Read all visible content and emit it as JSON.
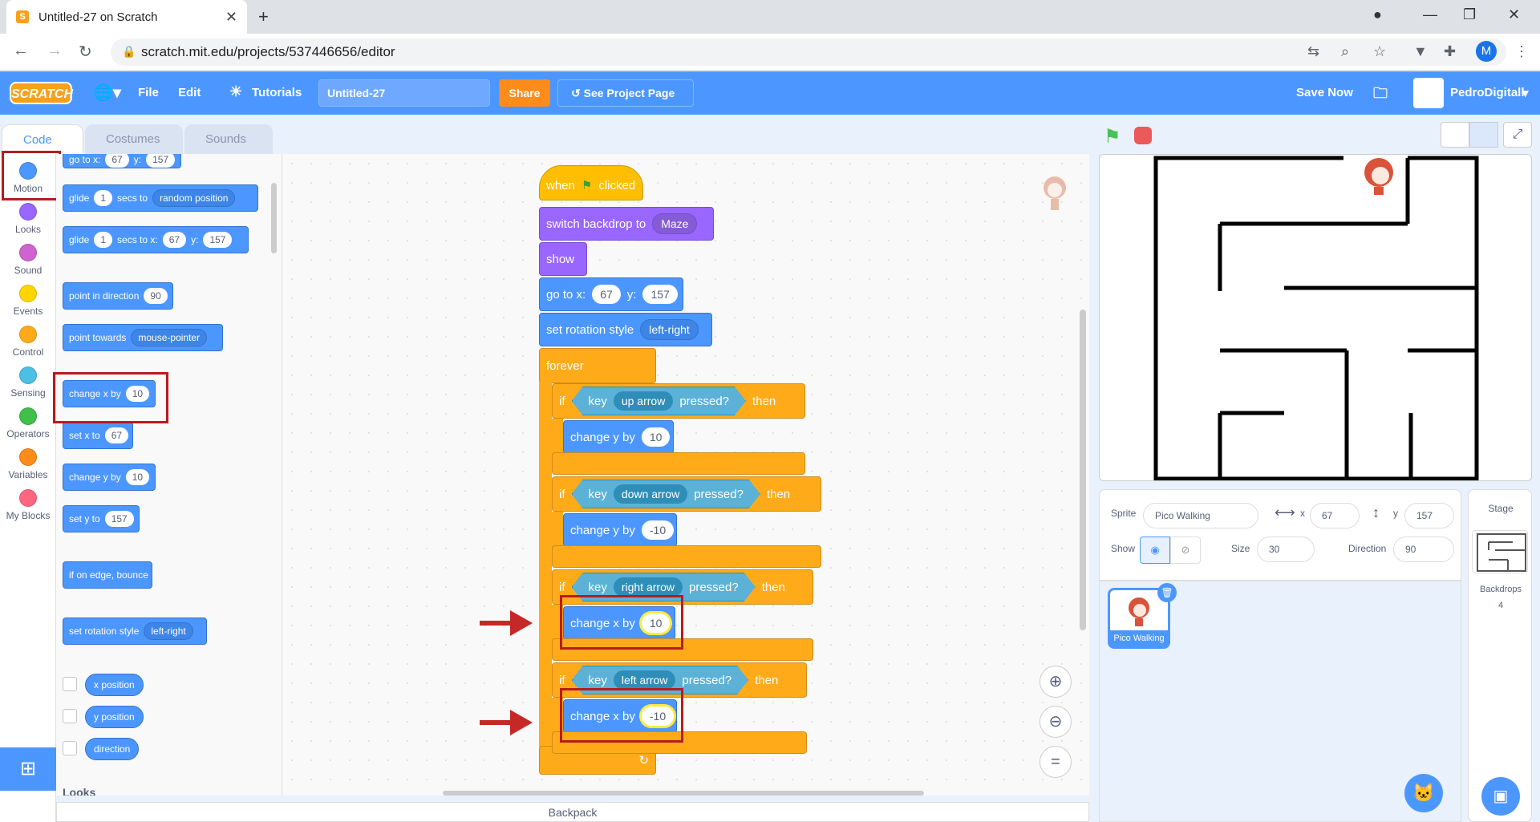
{
  "browser": {
    "tab_title": "Untitled-27 on Scratch",
    "url": "scratch.mit.edu/projects/537446656/editor",
    "profile_initial": "M"
  },
  "menubar": {
    "logo": "SCRATCH",
    "file": "File",
    "edit": "Edit",
    "tutorials": "Tutorials",
    "project_title": "Untitled-27",
    "share": "Share",
    "see_project": "See Project Page",
    "save_now": "Save Now",
    "username": "PedroDigitall"
  },
  "editor_tabs": {
    "code": "Code",
    "costumes": "Costumes",
    "sounds": "Sounds"
  },
  "categories": [
    {
      "label": "Motion",
      "color": "#4c97ff"
    },
    {
      "label": "Looks",
      "color": "#9966ff"
    },
    {
      "label": "Sound",
      "color": "#cf63cf"
    },
    {
      "label": "Events",
      "color": "#ffd500"
    },
    {
      "label": "Control",
      "color": "#ffab19"
    },
    {
      "label": "Sensing",
      "color": "#4cbfe6"
    },
    {
      "label": "Operators",
      "color": "#40bf4a"
    },
    {
      "label": "Variables",
      "color": "#ff8c1a"
    },
    {
      "label": "My Blocks",
      "color": "#ff6680"
    }
  ],
  "palette": {
    "goto_x": "go to x:",
    "goto_xv": "67",
    "goto_y": "y:",
    "goto_yv": "157",
    "glide1": "glide",
    "glide1_n": "1",
    "glide1_mid": "secs to",
    "glide1_drop": "random position",
    "glide2": "glide",
    "glide2_n": "1",
    "glide2_mid": "secs to x:",
    "glide2_x": "67",
    "glide2_y": "y:",
    "glide2_yv": "157",
    "point_dir": "point in direction",
    "point_dir_v": "90",
    "point_towards": "point towards",
    "point_towards_v": "mouse-pointer",
    "change_x": "change x by",
    "change_x_v": "10",
    "set_x": "set x to",
    "set_x_v": "67",
    "change_y": "change y by",
    "change_y_v": "10",
    "set_y": "set y to",
    "set_y_v": "157",
    "bounce": "if on edge, bounce",
    "set_rot": "set rotation style",
    "set_rot_v": "left-right",
    "xpos": "x position",
    "ypos": "y position",
    "dir": "direction",
    "looks_heading": "Looks"
  },
  "script": {
    "when": "when",
    "clicked": "clicked",
    "switch_backdrop": "switch backdrop to",
    "backdrop": "Maze",
    "show": "show",
    "goto": "go to x:",
    "goto_x": "67",
    "goto_y_lbl": "y:",
    "goto_y": "157",
    "rot": "set rotation style",
    "rot_v": "left-right",
    "forever": "forever",
    "if": "if",
    "then": "then",
    "key": "key",
    "pressed": "pressed?",
    "k1": "up arrow",
    "a1": "change y by",
    "v1": "10",
    "k2": "down arrow",
    "a2": "change y by",
    "v2": "-10",
    "k3": "right arrow",
    "a3": "change x by",
    "v3": "10",
    "k4": "left arrow",
    "a4": "change x by",
    "v4": "-10"
  },
  "sprite": {
    "sprite_lbl": "Sprite",
    "name": "Pico Walking",
    "x_lbl": "x",
    "x": "67",
    "y_lbl": "y",
    "y": "157",
    "show_lbl": "Show",
    "size_lbl": "Size",
    "size": "30",
    "dir_lbl": "Direction",
    "dir": "90",
    "thumb_label": "Pico Walking"
  },
  "stagepane": {
    "title": "Stage",
    "backdrops_lbl": "Backdrops",
    "backdrops": "4"
  },
  "backpack": "Backpack"
}
